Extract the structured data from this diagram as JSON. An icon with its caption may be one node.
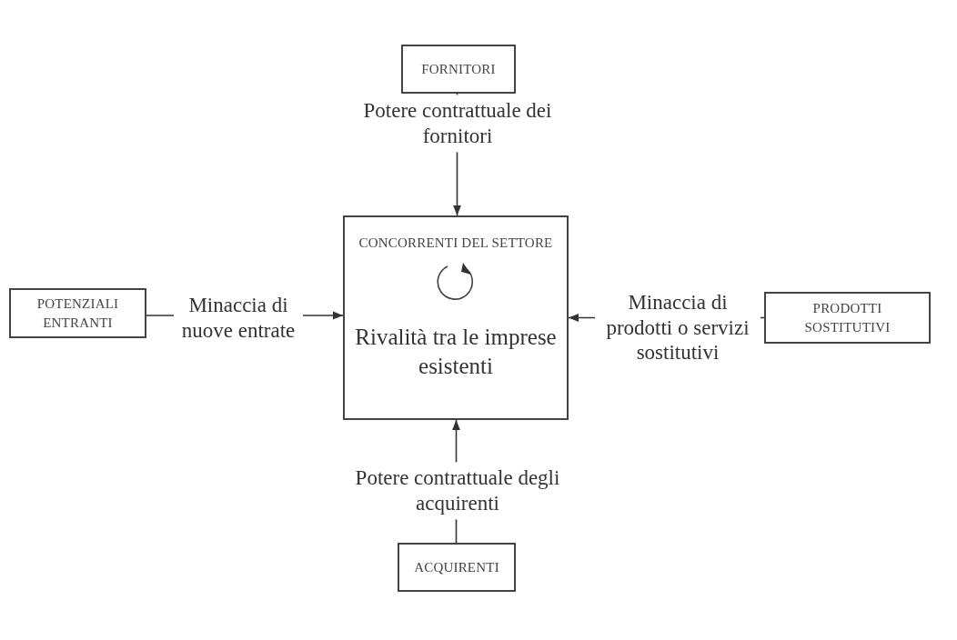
{
  "diagram": {
    "nodes": [
      {
        "text": [
          "FORNITORI"
        ]
      },
      {
        "text": [
          "POTENZIALI ENTRANTI"
        ]
      },
      {
        "text": [
          "CONCORRENTI DEL SETTORE",
          "Rivalità tra le imprese esistenti"
        ]
      },
      {
        "text": [
          "PRODOTTI SOSTITUTIVI"
        ]
      },
      {
        "text": [
          "ACQUIRENTI"
        ]
      }
    ],
    "edges": [
      {
        "from": 0,
        "to": 2,
        "arrow": "to",
        "label": "Potere contrattuale dei fornitori"
      },
      {
        "from": 1,
        "to": 2,
        "arrow": "to",
        "label": "Minaccia di nuove entrate"
      },
      {
        "from": 3,
        "to": 2,
        "arrow": "to",
        "label": "Minaccia di prodotti o servizi sostitutivi"
      },
      {
        "from": 4,
        "to": 2,
        "arrow": "to",
        "label": "Potere contrattuale degli acquirenti"
      }
    ]
  }
}
